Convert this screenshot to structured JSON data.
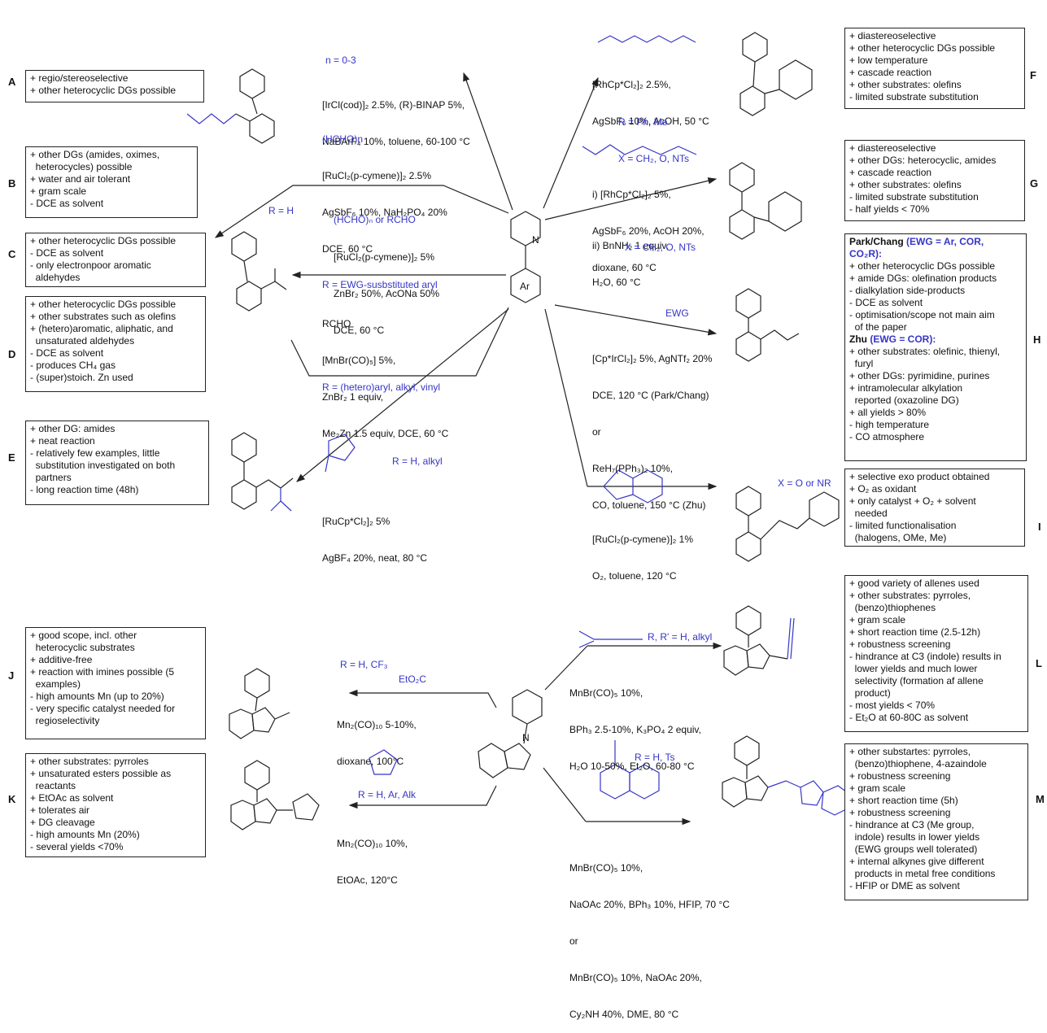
{
  "figure": {
    "center_top": {
      "ring_label": "Ar",
      "n_label": "N"
    },
    "center_bottom": {
      "n_label": "N"
    },
    "colors": {
      "text": "#111111",
      "accent_blue": "#3535c8",
      "line": "#222222"
    }
  },
  "panels": [
    {
      "tag": "A",
      "lines": [
        "+ regio/stereoselective",
        "+ other heterocyclic DGs possible"
      ]
    },
    {
      "tag": "B",
      "lines": [
        "+ other DGs (amides, oximes,",
        "  heterocycles) possible",
        "+ water and air tolerant",
        "+ gram scale",
        "- DCE as solvent"
      ]
    },
    {
      "tag": "C",
      "lines": [
        "+ other heterocyclic DGs possible",
        "- DCE as solvent",
        "- only electronpoor aromatic",
        "  aldehydes"
      ]
    },
    {
      "tag": "D",
      "lines": [
        "+ other heterocyclic DGs possible",
        "+ other substrates such as olefins",
        "+ (hetero)aromatic, aliphatic, and",
        "  unsaturated aldehydes",
        "- DCE as solvent",
        "- produces CH₄ gas",
        "- (super)stoich. Zn used"
      ]
    },
    {
      "tag": "E",
      "lines": [
        "+ other DG: amides",
        "+ neat reaction",
        "- relatively few examples, little",
        "  substitution investigated on both",
        "  partners",
        "- long reaction time (48h)"
      ]
    },
    {
      "tag": "F",
      "lines": [
        "+ diastereoselective",
        "+ other heterocyclic DGs possible",
        "+ low temperature",
        "+ cascade reaction",
        "+ other substrates: olefins",
        "- limited substrate substitution"
      ]
    },
    {
      "tag": "G",
      "lines": [
        "+ diastereoselective",
        "+ other DGs: heterocyclic, amides",
        "+ cascade reaction",
        "+ other substrates: olefins",
        "- limited substrate substitution",
        "- half yields < 70%"
      ]
    },
    {
      "tag": "H",
      "header1_pre": "Park/Chang ",
      "header1": "(EWG = Ar, COR,",
      "header1b": "CO₂R):",
      "lines1": [
        "+ other heterocyclic DGs possible",
        "+ amide DGs: olefination products",
        "- dialkylation side-products",
        "- DCE as solvent",
        "- optimisation/scope not main aim",
        "  of the paper"
      ],
      "header2_pre": "Zhu ",
      "header2": "(EWG = COR):",
      "lines2": [
        "+ other substrates: olefinic, thienyl,",
        "  furyl",
        "+ other DGs: pyrimidine, purines",
        "+ intramolecular alkylation",
        "  reported (oxazoline DG)",
        "+ all yields > 80%",
        "- high temperature",
        "- CO atmosphere"
      ]
    },
    {
      "tag": "I",
      "lines": [
        "+ selective exo product obtained",
        "+ O₂ as oxidant",
        "+ only catalyst + O₂ + solvent",
        "  needed",
        "- limited functionalisation",
        "  (halogens, OMe, Me)"
      ]
    },
    {
      "tag": "J",
      "lines": [
        "+ good scope, incl. other",
        "  heterocyclic substrates",
        "+ additive-free",
        "+ reaction with imines possible (5",
        "  examples)",
        "- high amounts Mn (up to 20%)",
        "- very specific catalyst needed for",
        "  regioselectivity"
      ]
    },
    {
      "tag": "K",
      "lines": [
        "+ other substrates: pyrroles",
        "+ unsaturated esters possible as",
        "  reactants",
        "+ EtOAc as solvent",
        "+ tolerates air",
        "+ DG cleavage",
        "- high amounts Mn (20%)",
        "- several yields <70%"
      ]
    },
    {
      "tag": "L",
      "lines": [
        "+ good variety of allenes used",
        "+ other substrates: pyrroles,",
        "  (benzo)thiophenes",
        "+ gram scale",
        "+ short reaction time (2.5-12h)",
        "+ robustness screening",
        "- hindrance at C3 (indole) results in",
        "  lower yields and much lower",
        "  selectivity (formation af allene",
        "  product)",
        "- most yields < 70%",
        "- Et₂O at 60-80C as solvent"
      ]
    },
    {
      "tag": "M",
      "lines": [
        "+ other substartes: pyrroles,",
        "  (benzo)thiophene, 4-azaindole",
        "+ robustness screening",
        "+ gram scale",
        "+ short reaction time (5h)",
        "+ robustness screening",
        "- hindrance at C3 (Me group,",
        "  indole) results in lower yields",
        "  (EWG groups well tolerated)",
        "+ internal alkynes give different",
        "  products in metal free conditions",
        "- HFIP or DME as solvent"
      ]
    }
  ],
  "conditions": {
    "A": {
      "blue": "n = 0-3",
      "lines": [
        "[IrCl(cod)]₂ 2.5%, (R)-BINAP 5%,",
        "NaBArF₄ 10%, toluene, 60-100 °C"
      ]
    },
    "B": {
      "blue_top": "(HCHO)n",
      "lines": [
        "[RuCl₂(p-cymene)]₂ 2.5%",
        "AgSbF₆ 10%, NaH₂PO₄ 20%",
        "DCE, 60 °C"
      ],
      "blue_r": "R = H"
    },
    "C": {
      "blue_top": "(HCHO)ₙ or RCHO",
      "lines": [
        "[RuCl₂(p-cymene)]₂ 5%",
        "ZnBr₂ 50%, AcONa 50%",
        "DCE, 60 °C"
      ],
      "blue_r": "R = EWG-susbstituted aryl"
    },
    "D": {
      "top": "RCHO",
      "lines": [
        "[MnBr(CO)₅] 5%,",
        "ZnBr₂ 1 equiv,",
        "Me₂Zn 1.5 equiv, DCE, 60 °C"
      ],
      "blue_r": "R = (hetero)aryl, alkyl, vinyl"
    },
    "E": {
      "blue_r": "R = H, alkyl",
      "lines": [
        "[RuCp*Cl₂]₂ 5%",
        "AgBF₄ 20%, neat, 80 °C"
      ]
    },
    "F": {
      "lines": [
        "[RhCp*Cl₂]₂ 2.5%,",
        "AgSbF₆ 10%, AcOH, 50 °C"
      ],
      "blue_lines": [
        "R = Ph, Me",
        "X = CH₂, O, NTs"
      ]
    },
    "G": {
      "lines": [
        "i) [RhCp*Cl₂]₂ 5%,",
        "AgSbF₆ 20%, AcOH 20%,",
        "dioxane, 60 °C"
      ],
      "lines2": [
        "ii) BnNH₂ 1 equiv,",
        "H₂O, 60 °C"
      ],
      "blue": "X = CH₂, O, NTs"
    },
    "H": {
      "lines": [
        "[Cp*IrCl₂]₂ 5%, AgNTf₂ 20%",
        "DCE, 120 °C (Park/Chang)",
        "or",
        "ReH₇(PPh₃)₂ 10%,",
        "CO, toluene, 150 °C (Zhu)"
      ],
      "ewg": "EWG"
    },
    "I": {
      "blue": "X = O or NR",
      "lines": [
        "[RuCl₂(p-cymene)]₂ 1%",
        "O₂, toluene, 120 °C"
      ]
    },
    "J": {
      "blue": "R = H, CF₃",
      "lines": [
        "Mn₂(CO)₁₀ 5-10%,",
        "dioxane, 100°C"
      ],
      "reagent": "EtO₂C"
    },
    "K": {
      "blue": "R = H, Ar, Alk",
      "lines": [
        "Mn₂(CO)₁₀ 10%,",
        "EtOAc, 120°C"
      ]
    },
    "L": {
      "blue": "R, R' = H, alkyl",
      "lines": [
        "MnBr(CO)₅ 10%,",
        "BPh₃ 2.5-10%, K₃PO₄ 2 equiv,",
        "H₂O 10-50%, Et₂O, 60-80 °C"
      ]
    },
    "M": {
      "blue": "R = H, Ts",
      "lines": [
        "MnBr(CO)₅ 10%,",
        "NaOAc 20%, BPh₃ 10%, HFIP, 70 °C",
        "or",
        "MnBr(CO)₅ 10%, NaOAc 20%,",
        "Cy₂NH 40%, DME, 80 °C"
      ]
    }
  }
}
